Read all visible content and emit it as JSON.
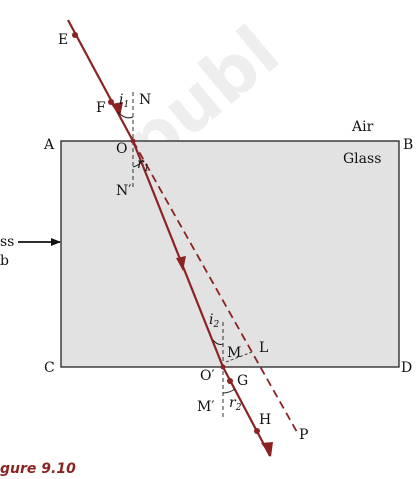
{
  "watermark": "republ",
  "figure_caption": "gure 9.10",
  "labels": {
    "E": "E",
    "F": "F",
    "N": "N",
    "O": "O",
    "N_prime": "N′",
    "A": "A",
    "B": "B",
    "C": "C",
    "D": "D",
    "air": "Air",
    "glass": "Glass",
    "glass_slab_line1": "ss",
    "glass_slab_line2": "b",
    "M": "M",
    "L": "L",
    "O_prime": "O′",
    "G": "G",
    "M_prime": "M′",
    "H": "H",
    "P": "P"
  },
  "angles": {
    "i1": {
      "main": "i",
      "sub": "1"
    },
    "r1": {
      "main": "r",
      "sub": "1"
    },
    "i2": {
      "main": "i",
      "sub": "2"
    },
    "r2": {
      "main": "r",
      "sub": "2"
    }
  },
  "colors": {
    "ray": "#8b2323",
    "slab_fill": "#e2e2e2",
    "slab_edge": "#222222",
    "normal": "#333333",
    "text": "#111111"
  }
}
